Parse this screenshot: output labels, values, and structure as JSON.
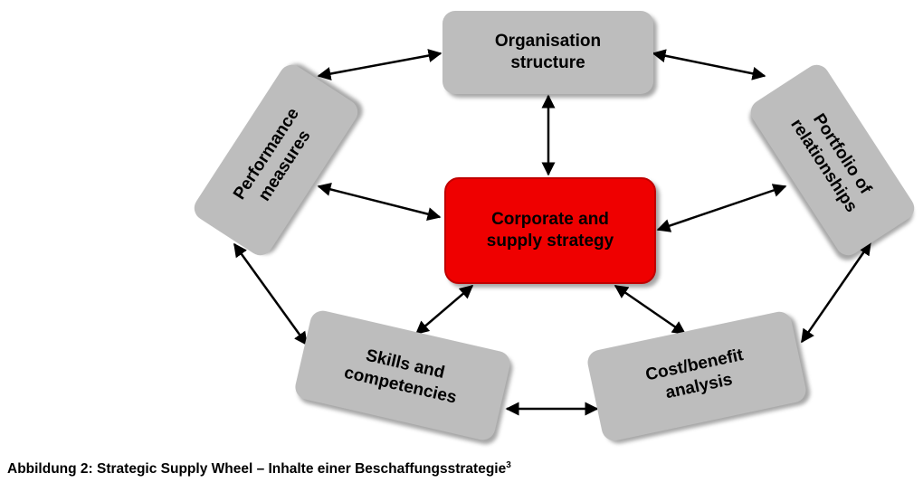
{
  "nodes": {
    "organisation": "Organisation\nstructure",
    "portfolio": "Portfolio of\nrelationships",
    "cost": "Cost/benefit\nanalysis",
    "skills": "Skills and\ncompetencies",
    "performance": "Performance\nmeasures",
    "center": "Corporate and\nsupply strategy"
  },
  "colors": {
    "node_gray": "#bdbdbd",
    "center_red": "#ef0000",
    "arrow": "#000000"
  },
  "caption": {
    "text": "Abbildung 2: Strategic Supply Wheel – Inhalte einer Beschaffungsstrategie",
    "footnote": "3"
  }
}
